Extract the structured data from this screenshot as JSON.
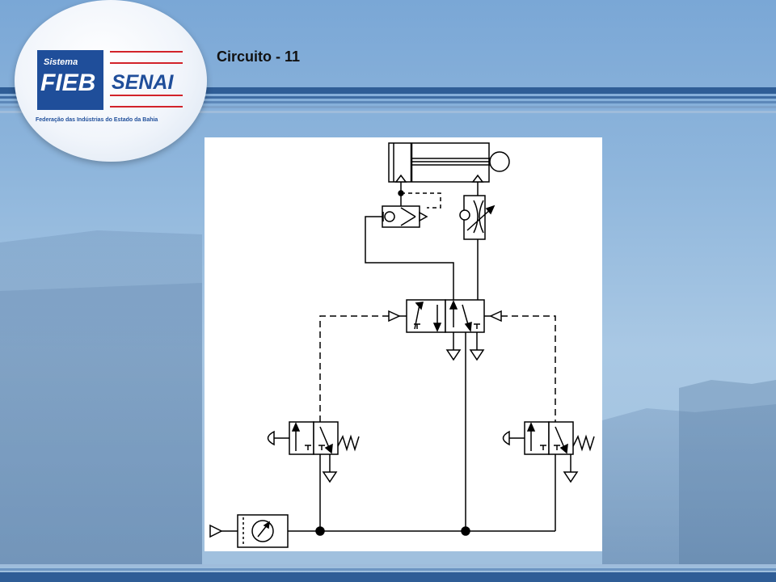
{
  "slide": {
    "title": "Circuito - 11"
  },
  "logo": {
    "sistema": "Sistema",
    "fieb": "FIEB",
    "senai": "SENAI",
    "federation": "Federação das Indústrias do Estado da Bahia"
  },
  "colors": {
    "brand_blue": "#1f4e9a",
    "brand_red": "#d2232a",
    "stripe_dark": "#2e5c95",
    "background": "#8fb6dc"
  },
  "diagram": {
    "kind": "pneumatic circuit schematic",
    "components": [
      "double-acting-cylinder",
      "flow-control-valve",
      "quick-exhaust-valve",
      "5-2-pilot-operated-valve",
      "3-2-push-button-valve-left",
      "3-2-push-button-valve-right",
      "air-service-unit-with-gauge"
    ]
  }
}
